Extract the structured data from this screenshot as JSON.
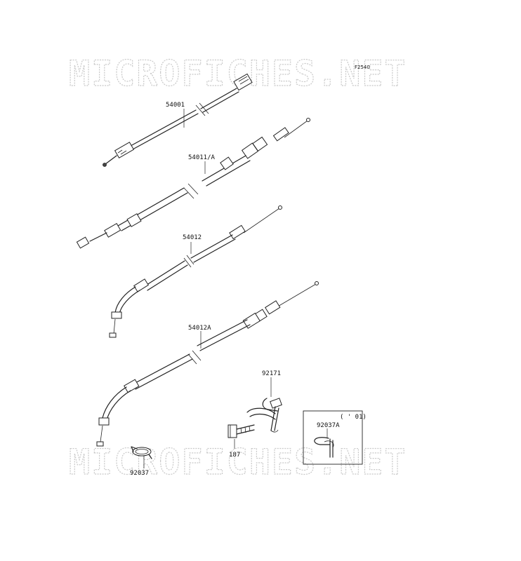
{
  "diagram_code": "F2540",
  "watermark": "MICROFICHES.NET",
  "parts": {
    "p54001": "54001",
    "p54011a": "54011/A",
    "p54012": "54012",
    "p54012a": "54012A",
    "p92171": "92171",
    "p187": "187",
    "p92037": "92037",
    "p92037a": "92037A"
  },
  "inset_note": "( ' 01)"
}
